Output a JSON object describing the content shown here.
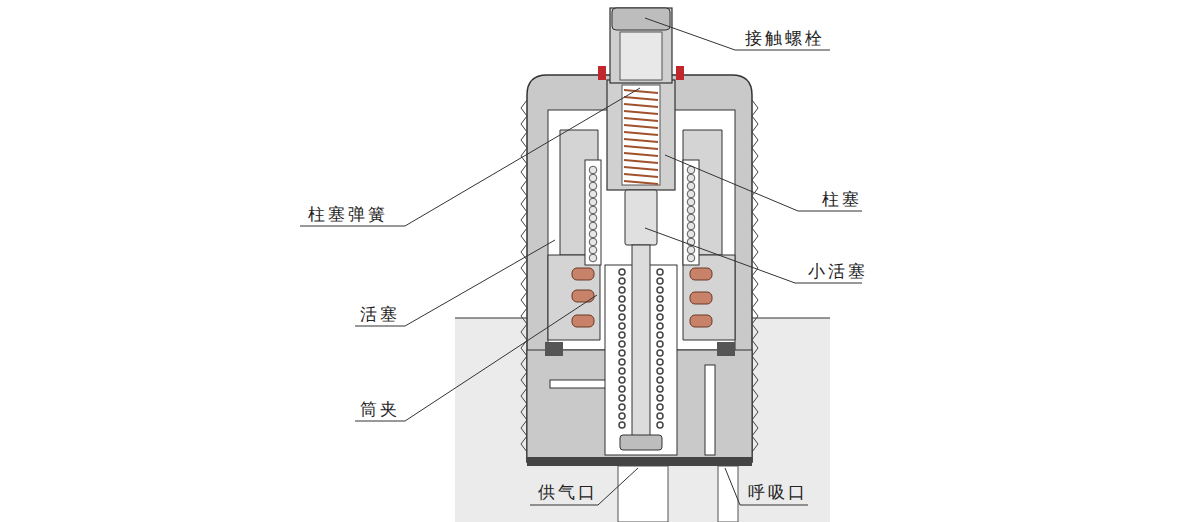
{
  "diagram": {
    "labels": [
      "接触螺栓",
      "柱塞弹簧",
      "柱塞",
      "小活塞",
      "活塞",
      "筒夹",
      "供气口",
      "呼吸口"
    ]
  }
}
